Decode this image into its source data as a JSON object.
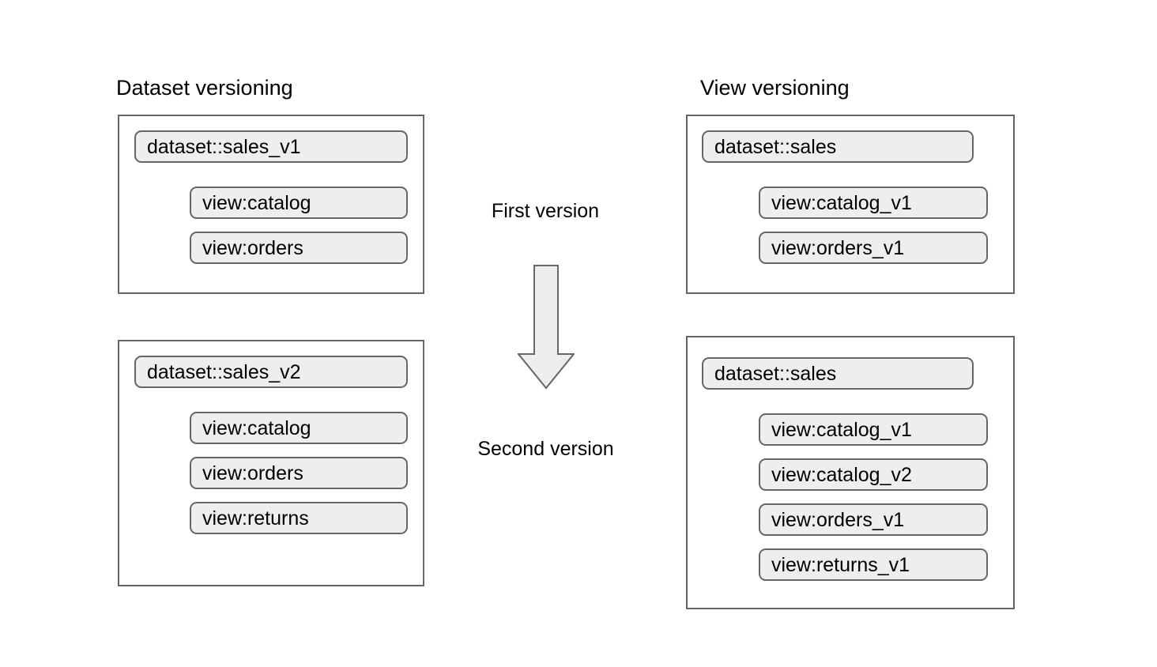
{
  "diagram": {
    "title_left": "Dataset versioning",
    "title_right": "View versioning",
    "center": {
      "first_label": "First version",
      "second_label": "Second version",
      "arrow_icon": "down-arrow-icon"
    },
    "colors": {
      "panel_border": "#666666",
      "pill_fill": "#eeeeee",
      "pill_border": "#666666",
      "arrow_fill": "#eeeeee",
      "arrow_border": "#666666",
      "text": "#000000",
      "background": "#ffffff"
    },
    "columns": [
      {
        "key": "dataset_versioning",
        "title": "Dataset versioning",
        "panels": [
          {
            "key": "dataset-v1-panel",
            "version_stage": "First version",
            "dataset": "dataset::sales_v1",
            "views": [
              "view:catalog",
              "view:orders"
            ]
          },
          {
            "key": "dataset-v2-panel",
            "version_stage": "Second version",
            "dataset": "dataset::sales_v2",
            "views": [
              "view:catalog",
              "view:orders",
              "view:returns"
            ]
          }
        ]
      },
      {
        "key": "view_versioning",
        "title": "View versioning",
        "panels": [
          {
            "key": "view-v1-panel",
            "version_stage": "First version",
            "dataset": "dataset::sales",
            "views": [
              "view:catalog_v1",
              "view:orders_v1"
            ]
          },
          {
            "key": "view-v2-panel",
            "version_stage": "Second version",
            "dataset": "dataset::sales",
            "views": [
              "view:catalog_v1",
              "view:catalog_v2",
              "view:orders_v1",
              "view:returns_v1"
            ]
          }
        ]
      }
    ]
  }
}
